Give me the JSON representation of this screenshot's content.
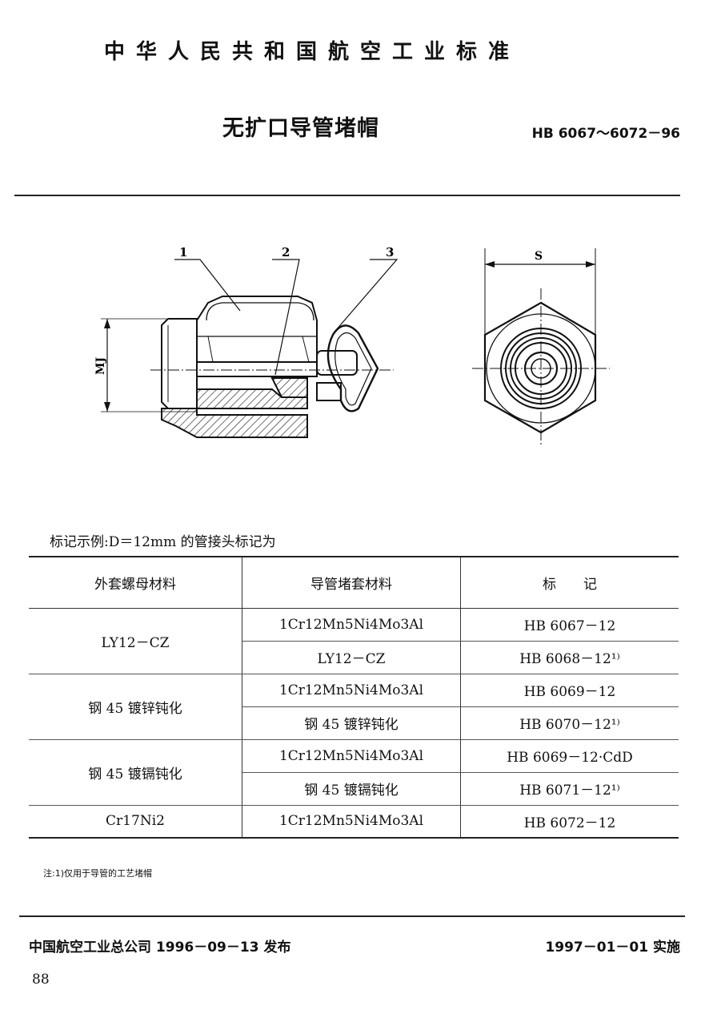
{
  "header": "中华人民共和国航空工业标准",
  "title": "无扩口导管堵帽",
  "standard_number": "HB 6067～6072－96",
  "drawing": {
    "callouts": [
      "1",
      "2",
      "3"
    ],
    "dimension_MJ": "MJ",
    "dimension_S": "S"
  },
  "example": "标记示例:D＝12mm 的管接头标记为",
  "table": {
    "headers": [
      "外套螺母材料",
      "导管堵套材料",
      "标　　记"
    ],
    "groups": [
      {
        "nut": "LY12－CZ",
        "rows": [
          {
            "sleeve": "1Cr12Mn5Ni4Mo3Al",
            "mark": "HB 6067－12"
          },
          {
            "sleeve": "LY12－CZ",
            "mark": "HB 6068－12¹⁾"
          }
        ]
      },
      {
        "nut": "钢 45 镀锌钝化",
        "rows": [
          {
            "sleeve": "1Cr12Mn5Ni4Mo3Al",
            "mark": "HB 6069－12"
          },
          {
            "sleeve": "钢 45 镀锌钝化",
            "mark": "HB 6070－12¹⁾"
          }
        ]
      },
      {
        "nut": "钢 45 镀镉钝化",
        "rows": [
          {
            "sleeve": "1Cr12Mn5Ni4Mo3Al",
            "mark": "HB 6069－12·CdD"
          },
          {
            "sleeve": "钢 45 镀镉钝化",
            "mark": "HB 6071－12¹⁾"
          }
        ]
      },
      {
        "nut": "Cr17Ni2",
        "rows": [
          {
            "sleeve": "1Cr12Mn5Ni4Mo3Al",
            "mark": "HB 6072－12"
          }
        ]
      }
    ]
  },
  "note": "注:1)仅用于导管的工艺堵帽",
  "footer": {
    "issued": "中国航空工业总公司 1996－09－13 发布",
    "effective": "1997－01－01 实施"
  },
  "page_number": "88"
}
